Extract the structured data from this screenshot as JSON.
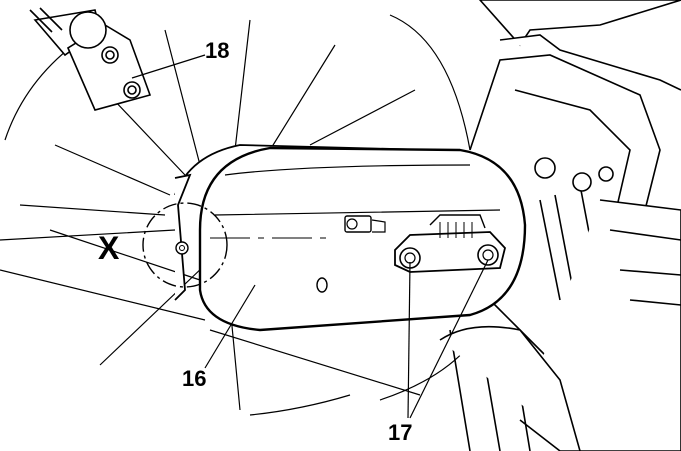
{
  "figure": {
    "callouts": {
      "label_18": "18",
      "label_x": "X",
      "label_16": "16",
      "label_17": "17"
    },
    "colors": {
      "line": "#000000",
      "background": "#ffffff"
    }
  }
}
